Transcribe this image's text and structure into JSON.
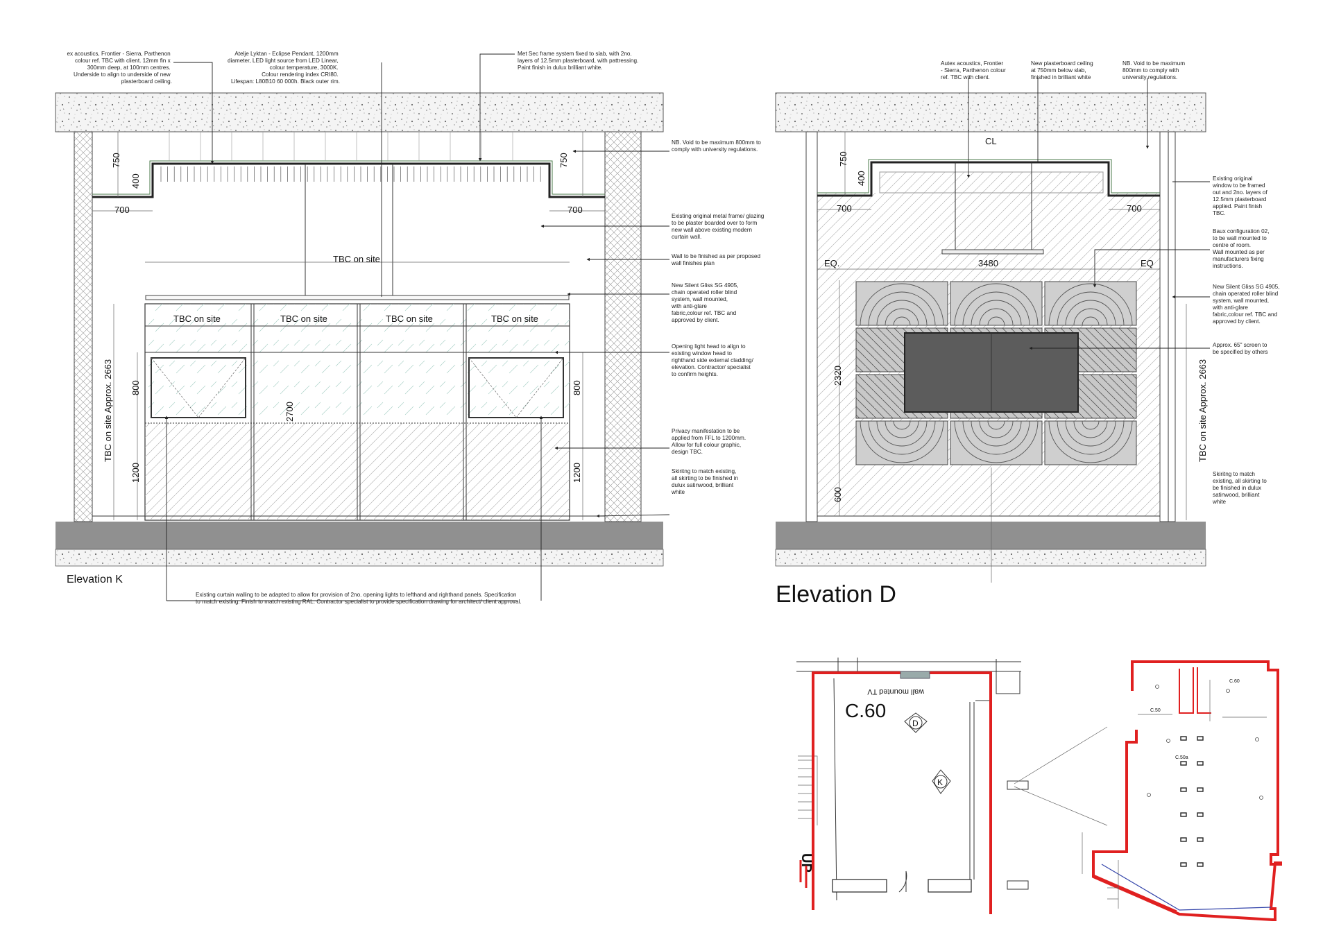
{
  "elevation_k": {
    "title": "Elevation K",
    "notes": {
      "acoustic": [
        "ex acoustics, Frontier - Sierra, Parthenon",
        "colour ref. TBC with client. 12mm fin x",
        "300mm deep, at 100mm centres.",
        "Underside to align to underside of new",
        "plasterboard ceiling."
      ],
      "pendant": [
        "Atelje Lyktan - Eclipse Pendant, 1200mm",
        "diameter, LED light source from LED Linear,",
        "colour temperature, 3000K.",
        "Colour rendering index CRI80.",
        "Lifespan: L80B10 60 000h. Black outer rim."
      ],
      "metsec": [
        "Met Sec frame system fixed to slab, with 2no.",
        "layers of 12.5mm plasterboard, with pattressing.",
        "Paint finish in dulux brilliant white."
      ],
      "void": [
        "NB. Void to be maximum 800mm to",
        "comply with university regulations."
      ],
      "frame": [
        "Existing original metal frame/ glazing",
        "to be plaster boarded over to form",
        "new wall above existing modern",
        "curtain wall."
      ],
      "wall": [
        "Wall to be finished as per proposed",
        "wall finishes plan"
      ],
      "blind": [
        "New Silent Gliss SG 4905,",
        "chain operated roller blind",
        "system, wall mounted,",
        "with anti-glare",
        "fabric,colour ref. TBC and",
        "approved by client."
      ],
      "opening": [
        "Opening light head to align to",
        "existing window head to",
        "righthand side external cladding/",
        "elevation. Contractor/ specialist",
        "to confirm heights."
      ],
      "privacy": [
        "Privacy manifestation to be",
        "applied from FFL to 1200mm.",
        "Allow for full colour graphic,",
        "design TBC."
      ],
      "skirting": [
        "Skiritng to match existing,",
        "all skirting to be finished in",
        "dulux satinwood, brilliant",
        "white"
      ],
      "curtain": [
        "Existing curtain walling to be adapted to allow for provision of 2no. opening lights to lefthand and righthand panels. Specification",
        "to match existing. Finish to match existing RAL. Contractor specialist to provide specification drawing for architect/ client approval."
      ]
    },
    "dims": {
      "d750": "750",
      "d400": "400",
      "d700": "700",
      "tbc": "TBC on site",
      "d800": "800",
      "d1200": "1200",
      "d2700": "2700",
      "overall": "TBC on site Approx. 2663"
    }
  },
  "elevation_d": {
    "title": "Elevation D",
    "notes": {
      "autex": [
        "Autex acoustics, Frontier",
        "- Sierra, Parthenon colour",
        "ref. TBC with client."
      ],
      "ceiling": [
        "New plasterboard ceiling",
        "at 750mm below slab,",
        "finished in brilliant white"
      ],
      "void": [
        "NB. Void to be maximum",
        "800mm to comply with",
        "university regulations."
      ],
      "window": [
        "Existing original",
        "window to be framed",
        "out and 2no. layers of",
        "12.5mm plasterboard",
        "applied. Paint finish",
        "TBC."
      ],
      "baux": [
        "Baux configuration 02,",
        "to be wall mounted to",
        "centre of room.",
        "Wall mounted as per",
        "manufacturers fixing",
        "instructions."
      ],
      "blind": [
        "New Silent Gliss SG 4905,",
        "chain operated roller blind",
        "system, wall mounted,",
        "with anti-glare",
        "fabric,colour ref. TBC and",
        "approved by client."
      ],
      "screen": [
        "Approx. 65\" screen to",
        "be specified by others"
      ],
      "skirting": [
        "Skiritng to match",
        "existing, all skirting to",
        "be finished in dulux",
        "satinwood, brilliant",
        "white"
      ]
    },
    "dims": {
      "cl": "CL",
      "d750": "750",
      "d400": "400",
      "d700": "700",
      "eq": "EQ.",
      "eq2": "EQ",
      "d3480": "3480",
      "d2320": "2320",
      "d600": "600",
      "overall": "TBC on site Approx. 2663"
    }
  },
  "plan": {
    "room": "C.60",
    "tv": "wall mounted TV",
    "d": "D",
    "k": "K",
    "stair": "UP",
    "key_rooms": [
      "C.60",
      "C.50",
      "C.50a"
    ]
  }
}
